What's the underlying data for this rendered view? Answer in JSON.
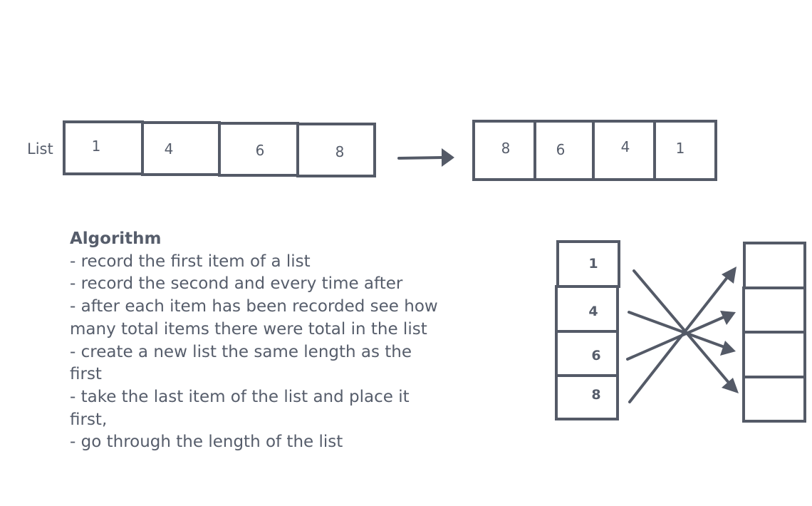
{
  "list_label": "List",
  "original_list": [
    "1",
    "4",
    "6",
    "8"
  ],
  "reversed_list": [
    "8",
    "6",
    "4",
    "1"
  ],
  "vertical_list": [
    "1",
    "4",
    "6",
    "8"
  ],
  "algorithm": {
    "title": "Algorithm",
    "steps": [
      "- record the first item of a list",
      "- record the second and every time after",
      "- after each item has been recorded see how many total items there were total in the list",
      "- create a new list the same length as the first",
      "- take the last item of the list and place it first,",
      "- go through the length of the list"
    ]
  }
}
